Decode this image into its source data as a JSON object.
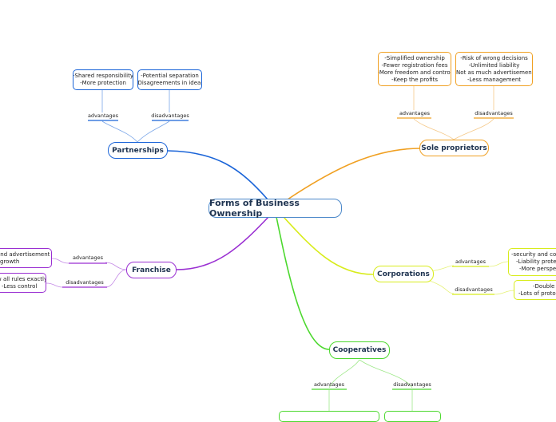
{
  "central": "Forms of Business Ownership",
  "colors": {
    "central": "#4a87c9",
    "partnerships": "#1a64d8",
    "sole": "#f0a022",
    "corporations": "#d8ec1c",
    "cooperatives": "#4cd82e",
    "franchise": "#9a2fd2"
  },
  "topics": {
    "partnerships": {
      "title": "Partnerships",
      "adv_label": "advantages",
      "dis_label": "disadvantages",
      "adv_lines": [
        "-Shared responsibility",
        "-More protection"
      ],
      "dis_lines": [
        "-Potential separation",
        "-Disagreements in ideas"
      ]
    },
    "sole": {
      "title": "Sole proprietors",
      "adv_label": "advantages",
      "dis_label": "disadvantages",
      "adv_lines": [
        "-Simplified ownership",
        "-Fewer registration fees",
        "-More freedom and control",
        "-Keep the profits"
      ],
      "dis_lines": [
        "-Risk of wrong decisions",
        "-Unlimited liability",
        "-Not as much advertisement",
        "-Less management"
      ]
    },
    "corporations": {
      "title": "Corporations",
      "adv_label": "advantages",
      "dis_label": "disadvantages",
      "adv_lines": [
        "-security and conti",
        "-Liability protect",
        "-More perspectiv"
      ],
      "dis_lines": [
        "-Double ta",
        "-Lots of protoco"
      ]
    },
    "cooperatives": {
      "title": "Cooperatives",
      "adv_label": "advantages",
      "dis_label": "disadvantages"
    },
    "franchise": {
      "title": "Franchise",
      "adv_label": "advantages",
      "dis_label": "disadvantages",
      "adv_lines": [
        "and advertisement",
        "growth"
      ],
      "dis_lines": [
        "w all rules exactly",
        "-Less control"
      ]
    }
  }
}
